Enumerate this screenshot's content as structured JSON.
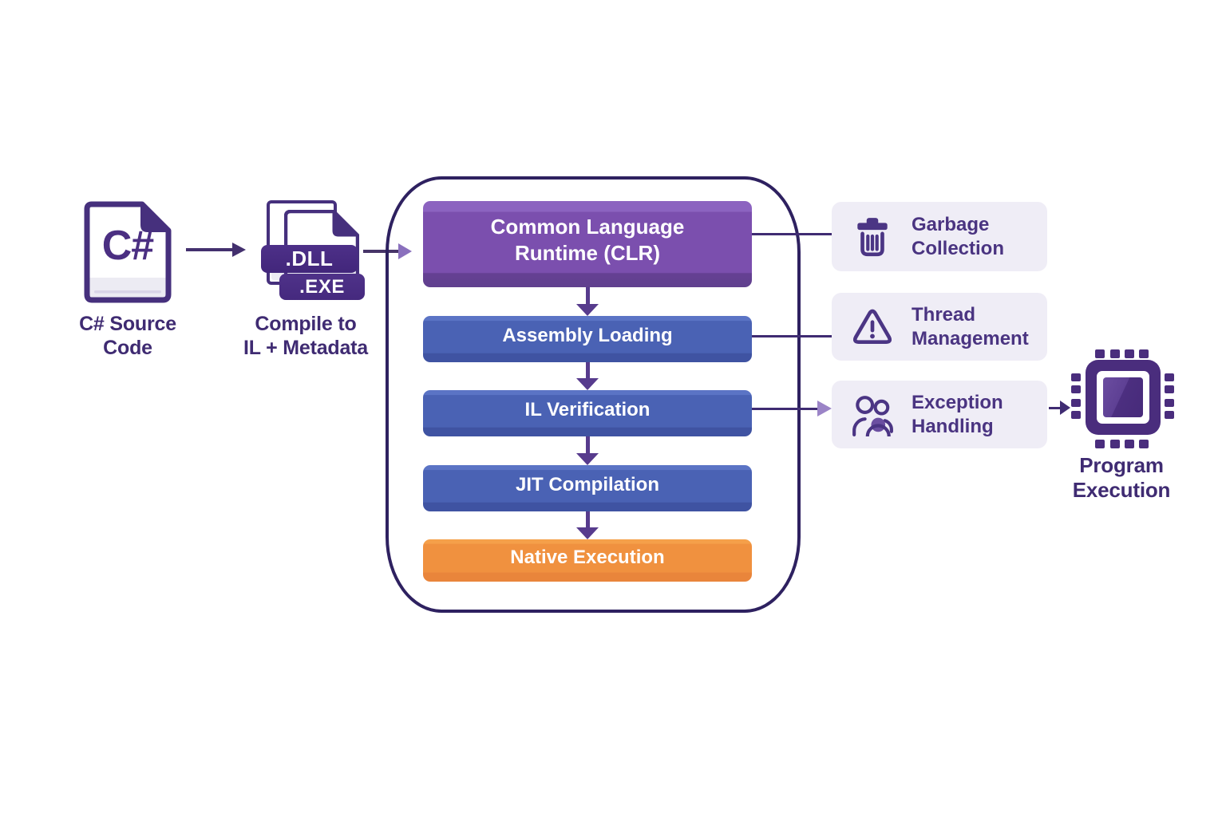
{
  "colors": {
    "deep_purple_text": "#3f2b72",
    "icon_purple": "#4b3584",
    "container_border": "#2e2160",
    "clr_purple": "#7b4fae",
    "stage_blue": "#4a62b4",
    "native_orange": "#f0913f",
    "badge_purple": "#44277a",
    "service_card_bg": "#efedf6",
    "arrow_light_purple": "#9b84c7",
    "arrow_dark_purple": "#43306e"
  },
  "source_file": {
    "icon_text": "C#",
    "caption_line1": "C# Source",
    "caption_line2": "Code"
  },
  "compile_step": {
    "badge_dll": ".DLL",
    "badge_exe": ".EXE",
    "caption_line1": "Compile to",
    "caption_line2": "IL + Metadata"
  },
  "clr_container": {
    "title_line1": "Common Language",
    "title_line2": "Runtime (CLR)",
    "stages": [
      "Assembly Loading",
      "IL Verification",
      "JIT Compilation",
      "Native Execution"
    ]
  },
  "services": [
    {
      "line1": "Garbage",
      "line2": "Collection"
    },
    {
      "line1": "Thread",
      "line2": "Management"
    },
    {
      "line1": "Exception",
      "line2": "Handling"
    }
  ],
  "program_execution": {
    "caption_line1": "Program",
    "caption_line2": "Execution"
  }
}
